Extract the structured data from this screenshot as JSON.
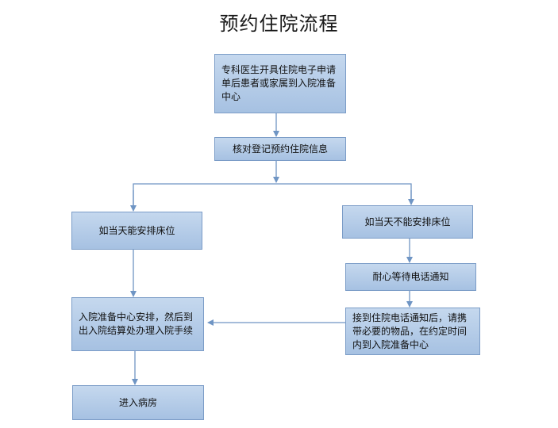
{
  "title": "预约住院流程",
  "nodes": {
    "start": "专科医生开具住院电子申请单后患者或家属到入院准备中心",
    "verify": "核对登记预约住院信息",
    "bed_available": "如当天能安排床位",
    "bed_unavailable": "如当天不能安排床位",
    "wait_call": "耐心等待电话通知",
    "after_call": "接到住院电话通知后，请携带必要的物品，在约定时间内到入院准备中心",
    "arrange": "入院准备中心安排，然后到出入院结算处办理入院手续",
    "ward": "进入病房"
  },
  "colors": {
    "box_fill_top": "#c5d8ee",
    "box_fill_bottom": "#a6c1e2",
    "box_border": "#7b9cc7",
    "connector": "#6f95c4"
  }
}
